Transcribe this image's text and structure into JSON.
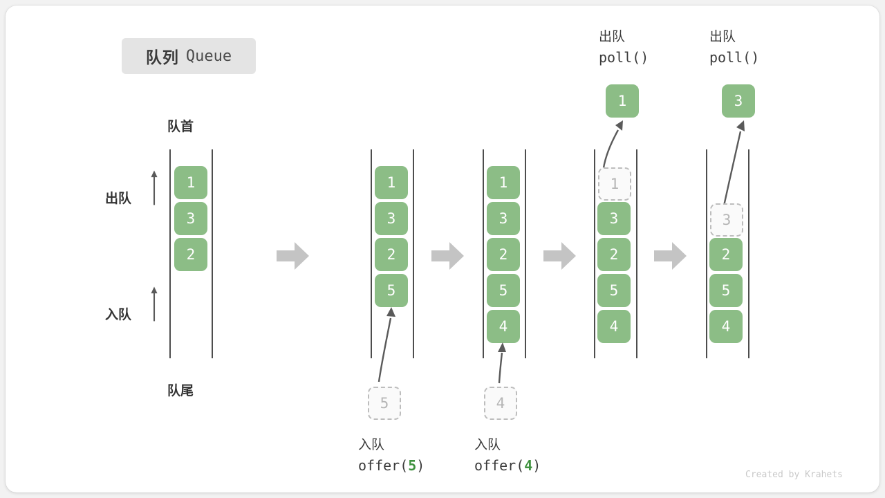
{
  "title": {
    "cn": "队列",
    "en": "Queue"
  },
  "labels": {
    "head": "队首",
    "tail": "队尾",
    "dequeue": "出队",
    "enqueue": "入队"
  },
  "colors": {
    "element": "#8cbd86",
    "ghost_border": "#bdbdbd",
    "ghost_text": "#b5b5b5",
    "rail": "#4d4d4d",
    "arrow": "#5a5a5a",
    "step_arrow": "#c4c4c4",
    "accent_number": "#3f923f",
    "badge_bg": "#e4e4e4",
    "card_bg": "#ffffff",
    "page_bg": "#f2f2f2"
  },
  "panels": [
    {
      "id": "panel-initial",
      "items": [
        "1",
        "3",
        "2"
      ],
      "ghost": null,
      "ghost_position": null,
      "popped": null,
      "header_cn": null,
      "header_mono": null,
      "caption_cn": null,
      "caption_mono_prefix": null,
      "caption_mono_num": null,
      "caption_mono_suffix": null,
      "head_label": "队首",
      "tail_label": "队尾",
      "side_top_label": "出队",
      "side_bottom_label": "入队"
    },
    {
      "id": "panel-offer-5",
      "items": [
        "1",
        "3",
        "2",
        "5"
      ],
      "ghost": "5",
      "ghost_position": "below",
      "popped": null,
      "header_cn": null,
      "header_mono": null,
      "caption_cn": "入队",
      "caption_mono_prefix": "offer(",
      "caption_mono_num": "5",
      "caption_mono_suffix": ")"
    },
    {
      "id": "panel-offer-4",
      "items": [
        "1",
        "3",
        "2",
        "5",
        "4"
      ],
      "ghost": "4",
      "ghost_position": "below",
      "popped": null,
      "header_cn": null,
      "header_mono": null,
      "caption_cn": "入队",
      "caption_mono_prefix": "offer(",
      "caption_mono_num": "4",
      "caption_mono_suffix": ")"
    },
    {
      "id": "panel-poll-1",
      "items": [
        "3",
        "2",
        "5",
        "4"
      ],
      "ghost": "1",
      "ghost_position": "top-row-1",
      "popped": "1",
      "header_cn": "出队",
      "header_mono": "poll()",
      "caption_cn": null,
      "caption_mono_prefix": null,
      "caption_mono_num": null,
      "caption_mono_suffix": null
    },
    {
      "id": "panel-poll-3",
      "items": [
        "2",
        "5",
        "4"
      ],
      "ghost": "3",
      "ghost_position": "top-row-2",
      "popped": "3",
      "header_cn": "出队",
      "header_mono": "poll()",
      "caption_cn": null,
      "caption_mono_prefix": null,
      "caption_mono_num": null,
      "caption_mono_suffix": null
    }
  ],
  "step_arrows": 4,
  "credit": "Created by Krahets"
}
